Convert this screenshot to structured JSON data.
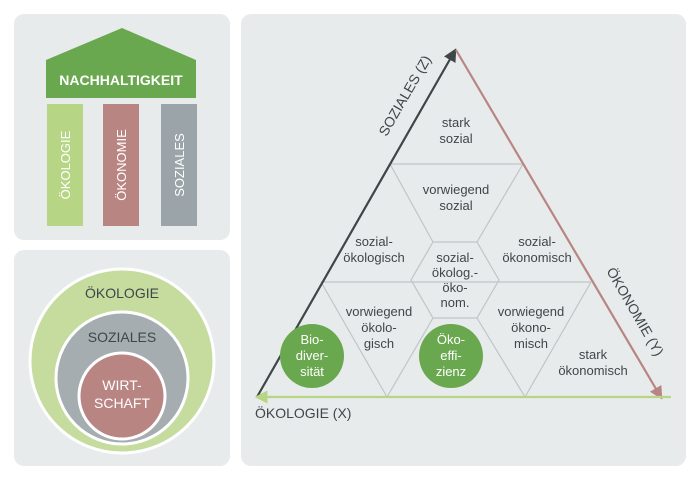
{
  "pillars_model": {
    "roof_label": "NACHHALTIGKEIT",
    "pillars": [
      {
        "label": "ÖKOLOGIE",
        "color": "#b7d685"
      },
      {
        "label": "ÖKONOMIE",
        "color": "#b88583"
      },
      {
        "label": "SOZIALES",
        "color": "#9ba4a8"
      }
    ],
    "roof_color": "#6aa84f"
  },
  "circle_model": {
    "outer": "ÖKOLOGIE",
    "middle": "SOZIALES",
    "inner_line1": "WIRT-",
    "inner_line2": "SCHAFT",
    "colors": {
      "outer": "#c6dc9e",
      "middle": "#a5adb1",
      "inner": "#b88583"
    }
  },
  "triangle_model": {
    "axis_z": "SOZIALES (Z)",
    "axis_y": "ÖKONOMIE (Y)",
    "axis_x": "ÖKOLOGIE (X)",
    "cells": {
      "top": [
        "stark",
        "sozial"
      ],
      "upper_mid": [
        "vorwiegend",
        "sozial"
      ],
      "left_mid": [
        "sozial-",
        "ökologisch"
      ],
      "right_mid": [
        "sozial-",
        "ökonomisch"
      ],
      "center": [
        "sozial-",
        "ökolog.-",
        "öko-",
        "nom."
      ],
      "lower_left": [
        "vorwiegend",
        "ökolo-",
        "gisch"
      ],
      "lower_right": [
        "vorwiegend",
        "ökono-",
        "misch"
      ],
      "bottom_right": [
        "stark",
        "ökonomisch"
      ]
    },
    "badges": {
      "left": [
        "Bio-",
        "diver-",
        "sität"
      ],
      "center": [
        "Öko-",
        "effi-",
        "zienz"
      ]
    },
    "colors": {
      "axis_z": "#3f4649",
      "axis_y": "#b88583",
      "axis_x": "#b7d685",
      "badge": "#6aa84f"
    }
  }
}
